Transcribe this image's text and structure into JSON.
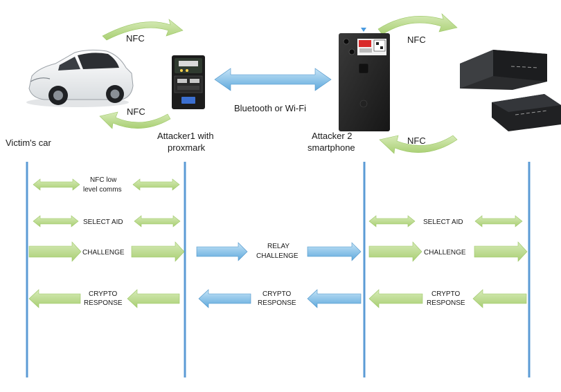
{
  "top": {
    "nfc_top_left": "NFC",
    "nfc_bottom_left": "NFC",
    "nfc_top_right": "NFC",
    "nfc_bottom_right": "NFC",
    "link_label": "Bluetooth or Wi-Fi"
  },
  "entities": {
    "victim": "Victim's car",
    "attacker1_line1": "Attacker1 with",
    "attacker1_line2": "proxmark",
    "attacker2_line1": "Attacker 2",
    "attacker2_line2": "smartphone"
  },
  "icons": {
    "car": "car-image",
    "proxmark": "proxmark-device",
    "phone": "smartphone",
    "keycards": "key-cards"
  },
  "colors": {
    "lifeline": "#5b9bd5",
    "nfc_arrow": "#b9d98a",
    "relay_arrow": "#8ec5ea"
  },
  "messages": {
    "nfc_low_1": "NFC low",
    "nfc_low_2": "level comms",
    "select_aid_left": "SELECT AID",
    "select_aid_right": "SELECT AID",
    "challenge_left": "CHALLENGE",
    "relay_1": "RELAY",
    "relay_2": "CHALLENGE",
    "challenge_right": "CHALLENGE",
    "crypto_left_1": "CRYPTO",
    "crypto_left_2": "RESPONSE",
    "crypto_mid_1": "CRYPTO",
    "crypto_mid_2": "RESPONSE",
    "crypto_right_1": "CRYPTO",
    "crypto_right_2": "RESPONSE"
  }
}
